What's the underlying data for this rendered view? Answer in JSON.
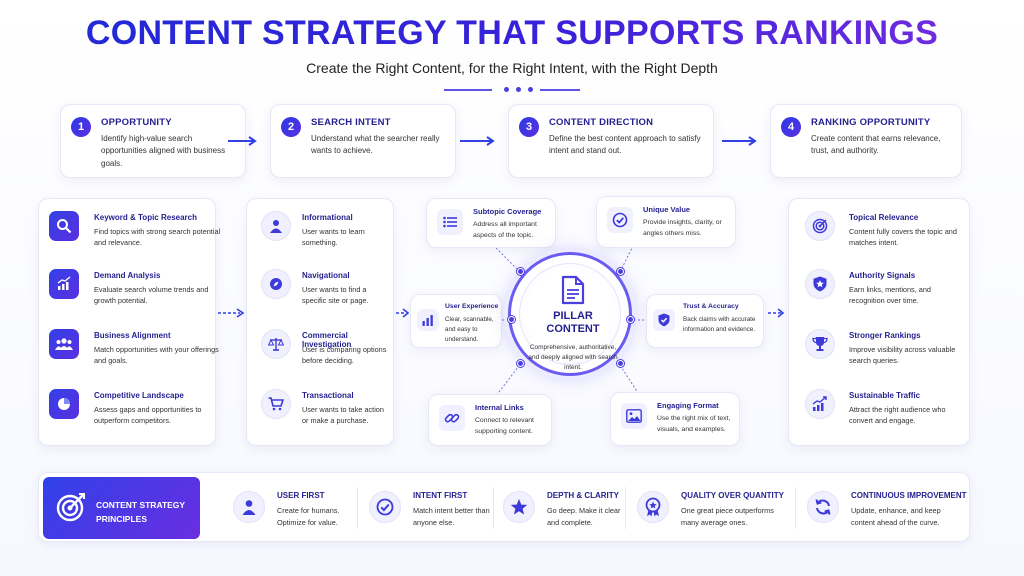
{
  "header": {
    "title": "CONTENT STRATEGY THAT SUPPORTS RANKINGS",
    "subtitle": "Create the Right Content, for the Right Intent, with the Right Depth"
  },
  "steps": [
    {
      "num": "1",
      "title": "OPPORTUNITY",
      "desc": "Identify high-value search opportunities aligned with business goals."
    },
    {
      "num": "2",
      "title": "SEARCH INTENT",
      "desc": "Understand what the searcher really wants to achieve."
    },
    {
      "num": "3",
      "title": "CONTENT DIRECTION",
      "desc": "Define the best content approach to satisfy intent and stand out."
    },
    {
      "num": "4",
      "title": "RANKING OPPORTUNITY",
      "desc": "Create content that earns relevance, trust, and authority."
    }
  ],
  "research": [
    {
      "title": "Keyword & Topic Research",
      "desc": "Find topics with strong search potential and relevance.",
      "icon": "search-icon"
    },
    {
      "title": "Demand Analysis",
      "desc": "Evaluate search volume trends and growth potential.",
      "icon": "trend-chart-icon"
    },
    {
      "title": "Business Alignment",
      "desc": "Match opportunities with your offerings and goals.",
      "icon": "people-icon"
    },
    {
      "title": "Competitive Landscape",
      "desc": "Assess gaps and opportunities to outperform competitors.",
      "icon": "pie-chart-icon"
    }
  ],
  "intents": [
    {
      "title": "Informational",
      "desc": "User wants to learn something.",
      "icon": "user-icon"
    },
    {
      "title": "Navigational",
      "desc": "User wants to find a specific site or page.",
      "icon": "compass-icon"
    },
    {
      "title": "Commercial Investigation",
      "desc": "User is comparing options before deciding.",
      "icon": "scale-icon"
    },
    {
      "title": "Transactional",
      "desc": "User wants to take action or make a purchase.",
      "icon": "cart-icon"
    }
  ],
  "hub": {
    "pillar_title_1": "PILLAR",
    "pillar_title_2": "CONTENT",
    "pillar_desc": "Comprehensive, authoritative, and deeply aligned with search intent.",
    "satellites": {
      "subtopic": {
        "title": "Subtopic Coverage",
        "desc": "Address all important aspects of the topic."
      },
      "unique": {
        "title": "Unique Value",
        "desc": "Provide insights, clarity, or angles others miss."
      },
      "ux": {
        "title": "User Experience",
        "desc": "Clear, scannable, and easy to understand."
      },
      "trust": {
        "title": "Trust & Accuracy",
        "desc": "Back claims with accurate information and evidence."
      },
      "links": {
        "title": "Internal Links",
        "desc": "Connect to relevant supporting content."
      },
      "format": {
        "title": "Engaging Format",
        "desc": "Use the right mix of text, visuals, and examples."
      }
    }
  },
  "outcomes": [
    {
      "title": "Topical Relevance",
      "desc": "Content fully covers the topic and matches intent.",
      "icon": "target-icon"
    },
    {
      "title": "Authority Signals",
      "desc": "Earn links, mentions, and recognition over time.",
      "icon": "shield-star-icon"
    },
    {
      "title": "Stronger Rankings",
      "desc": "Improve visibility across valuable search queries.",
      "icon": "trophy-icon"
    },
    {
      "title": "Sustainable Traffic",
      "desc": "Attract the right audience who convert and engage.",
      "icon": "growth-chart-icon"
    }
  ],
  "principles": {
    "label_1": "CONTENT STRATEGY",
    "label_2": "PRINCIPLES",
    "items": [
      {
        "title": "USER FIRST",
        "desc": "Create for humans. Optimize for value.",
        "icon": "user-icon"
      },
      {
        "title": "INTENT FIRST",
        "desc": "Match intent better than anyone else.",
        "icon": "check-circle-icon"
      },
      {
        "title": "DEPTH & CLARITY",
        "desc": "Go deep. Make it clear and complete.",
        "icon": "star-icon"
      },
      {
        "title": "QUALITY OVER QUANTITY",
        "desc": "One great piece outperforms many average ones.",
        "icon": "award-icon"
      },
      {
        "title": "CONTINUOUS IMPROVEMENT",
        "desc": "Update, enhance, and keep content ahead of the curve.",
        "icon": "refresh-icon"
      }
    ]
  },
  "colors": {
    "accent": "#3a21d9",
    "accent_purple": "#7a2ee0",
    "text_dark": "#241f8f"
  }
}
